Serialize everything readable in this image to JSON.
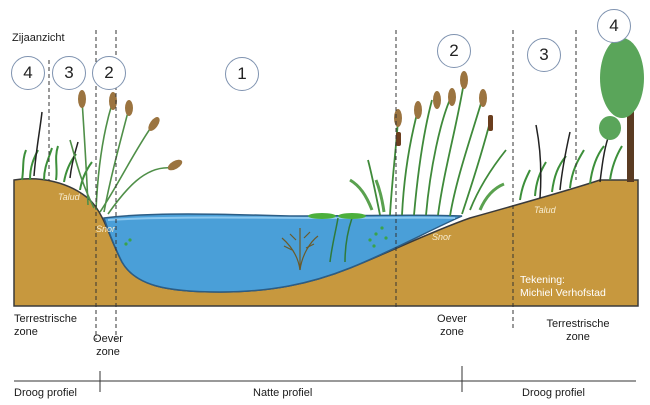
{
  "title": "Zijaanzicht",
  "zone_numbers": [
    "4",
    "3",
    "2",
    "1",
    "2",
    "3",
    "4"
  ],
  "in_image_labels": {
    "talud_left": "Talud",
    "snor_left": "Snor",
    "talud_right": "Talud",
    "snor_right": "Snor"
  },
  "credit": {
    "line1": "Tekening:",
    "line2": "Michiel Verhofstad"
  },
  "zone_labels": {
    "terrestrial_left": [
      "Terrestrische",
      "zone"
    ],
    "oever_left": [
      "Oever",
      "zone"
    ],
    "oever_right": [
      "Oever",
      "zone"
    ],
    "terrestrial_right": [
      "Terrestrische",
      "zone"
    ]
  },
  "profiles": {
    "dry_left": "Droog profiel",
    "wet": "Natte profiel",
    "dry_right": "Droog profiel"
  },
  "colors": {
    "soil": "#c7983e",
    "water": "#4a9fd8",
    "reed": "#2f7a3a",
    "outline": "#3a3a3a"
  }
}
